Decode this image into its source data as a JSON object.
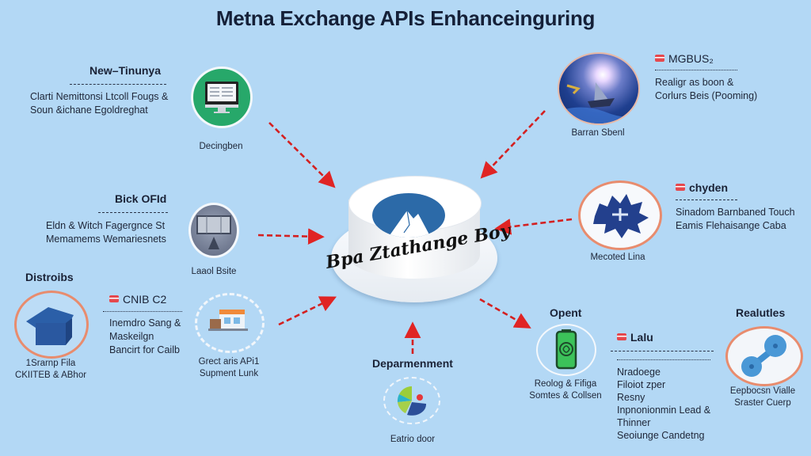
{
  "title": "Metna Exchange APIs Enhanceinguring",
  "hub": {
    "label": "Bpa Ztathange Boy",
    "icon": "mountain-logo-icon"
  },
  "colors": {
    "background": "#B3D8F5",
    "arrow": "#E02424",
    "title": "#152038",
    "ring_orange": "#E88C6E",
    "hub_logo": "#2C6AA8"
  },
  "nodes": {
    "top_left": {
      "heading": "New–Tinunya",
      "desc": [
        "Clarti Nemittonsi Ltcoll Fougs &",
        "Soun &ichane Egoldreghat"
      ],
      "caption": "Decingben",
      "icon": "monitor-icon"
    },
    "mid_left": {
      "heading": "Bick OFId",
      "desc": [
        "Eldn & Witch Fagergnce St",
        "Memamems Wemariesnets"
      ],
      "caption": "Laaol Bsite",
      "icon": "building-photo-icon"
    },
    "bottom_left": {
      "heading": "Distroibs",
      "caption": [
        "1Srarnp Fila",
        "CKIITEB & ABhor"
      ],
      "icon": "box-icon"
    },
    "bottom_left_mid": {
      "heading": "CNIB C2",
      "desc": [
        "Inemdro Sang &",
        "Maskeilgn",
        "Bancirt for Cailb"
      ],
      "caption": [
        "Grect aris APi1",
        "Supment Lunk"
      ],
      "icon": "storefront-icon"
    },
    "bottom_center": {
      "heading": "Deparmenment",
      "caption": "Eatrio door",
      "icon": "pie-globe-icon"
    },
    "top_right": {
      "heading": "MGBUS₂",
      "desc": [
        "Realigr as boon &",
        "Corlurs Beis (Pooming)"
      ],
      "caption": "Barran Sbenl",
      "icon": "ship-photo-icon"
    },
    "mid_right": {
      "heading": "chyden",
      "desc": [
        "Sinadom Barnbaned Touch",
        "Eamis Flehaisange Caba"
      ],
      "caption": "Mecoted Lina",
      "icon": "splash-icon"
    },
    "bottom_right_left": {
      "heading": "Opent",
      "caption": [
        "Reolog & Fifiga",
        "Somtes & Collsen"
      ],
      "icon": "phone-icon"
    },
    "bottom_right_mid": {
      "heading": "Lalu",
      "desc": [
        "Nradoege",
        "Filoiot zper",
        "Resny",
        "Inpnonionmin Lead &",
        "Thinner",
        "Seoiunge Candetng"
      ]
    },
    "bottom_right": {
      "heading": "Realutles",
      "caption": [
        "Eepbocsn Vialle",
        "Sraster Cuerp"
      ],
      "icon": "connected-nodes-icon"
    }
  }
}
